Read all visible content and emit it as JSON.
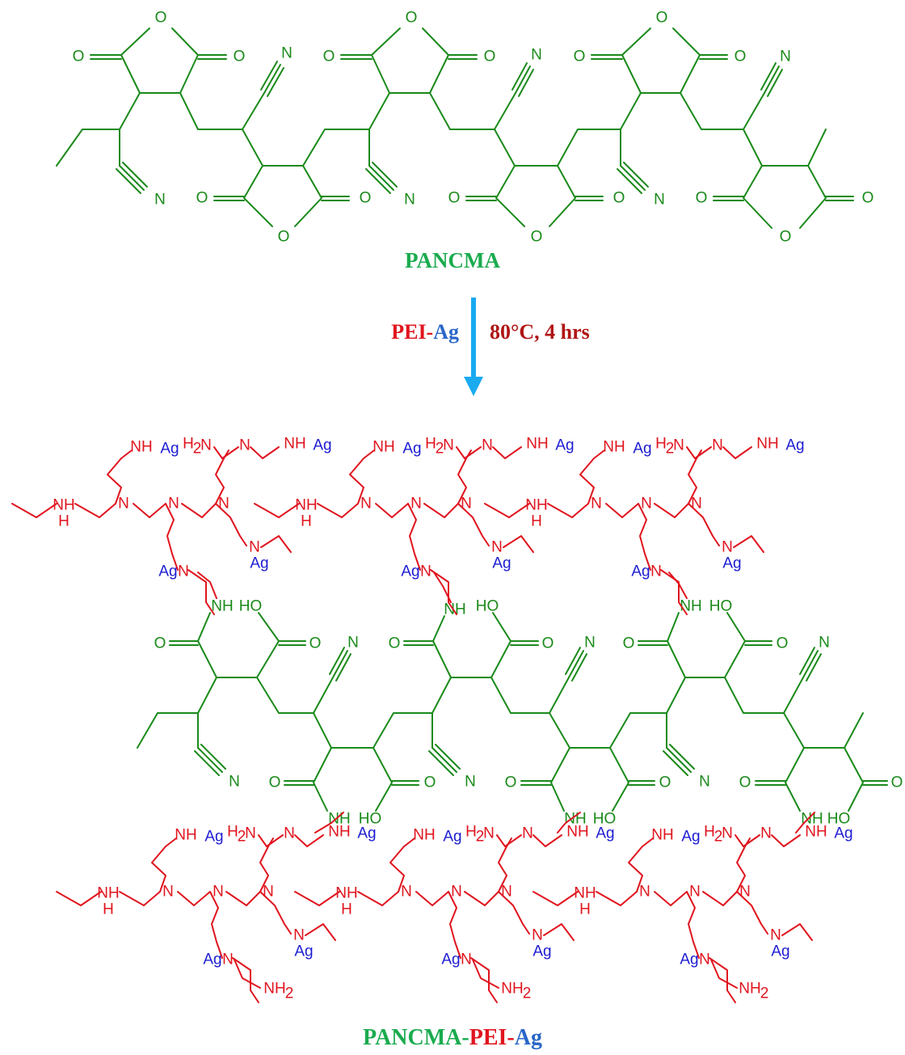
{
  "colors": {
    "pancma": "#1a8a1a",
    "pei": "#e0141e",
    "silver": "#1c1cd2",
    "arrow": "#1aaaf0",
    "conditions": "#b01515",
    "caption_green": "#1aab4e",
    "caption_red": "#e0141e",
    "caption_blue": "#2a66c8"
  },
  "atoms": {
    "oxygen": "O",
    "nitrogen": "N",
    "amine_nh": "NH",
    "hydrogen": "H",
    "amine_nh2": "NH",
    "amine_h2n": "H",
    "subscript_2": "2",
    "hydroxyl": "HO",
    "silver": "Ag"
  },
  "top": {
    "caption": "PANCMA"
  },
  "reaction": {
    "reagent_pei": "PEI-",
    "reagent_ag": "Ag",
    "conditions": "80°C, 4 hrs"
  },
  "bottom": {
    "caption_pancma": "PANCMA-",
    "caption_pei": "PEI-",
    "caption_ag": "Ag"
  }
}
